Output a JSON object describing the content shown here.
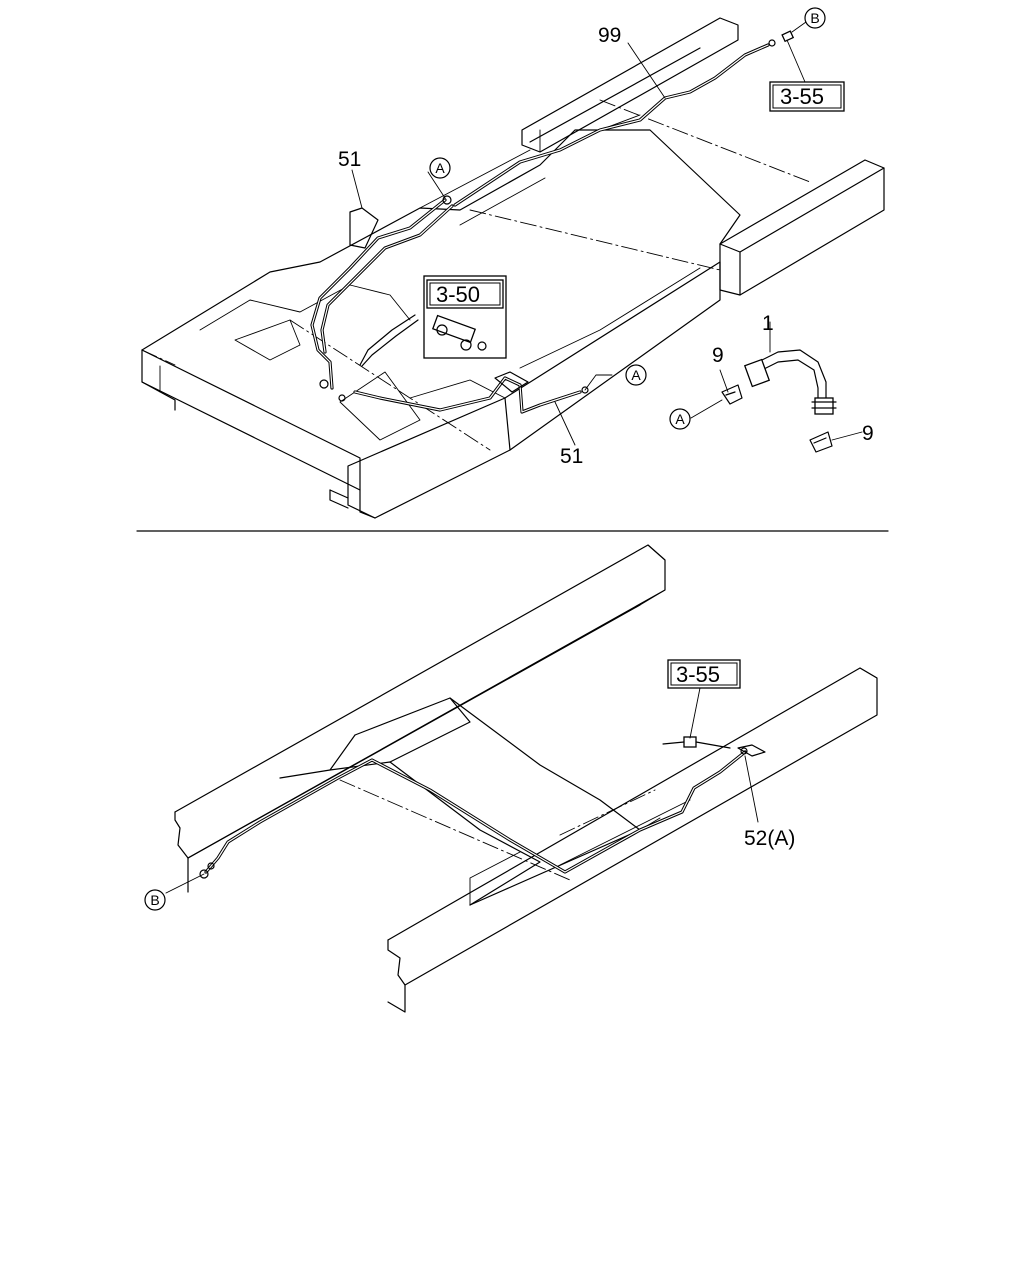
{
  "top": {
    "labels": {
      "p99": "99",
      "p51_upper": "51",
      "p51_lower": "51",
      "p1": "1",
      "p9_upper": "9",
      "p9_lower": "9"
    },
    "refs": {
      "ref_3_55": "3-55",
      "ref_3_50": "3-50"
    },
    "circles": {
      "a1": "A",
      "a2": "A",
      "a3": "A",
      "b1": "B"
    }
  },
  "bottom": {
    "labels": {
      "p52": "52(A)"
    },
    "refs": {
      "ref_3_55": "3-55"
    },
    "circles": {
      "b2": "B"
    }
  }
}
